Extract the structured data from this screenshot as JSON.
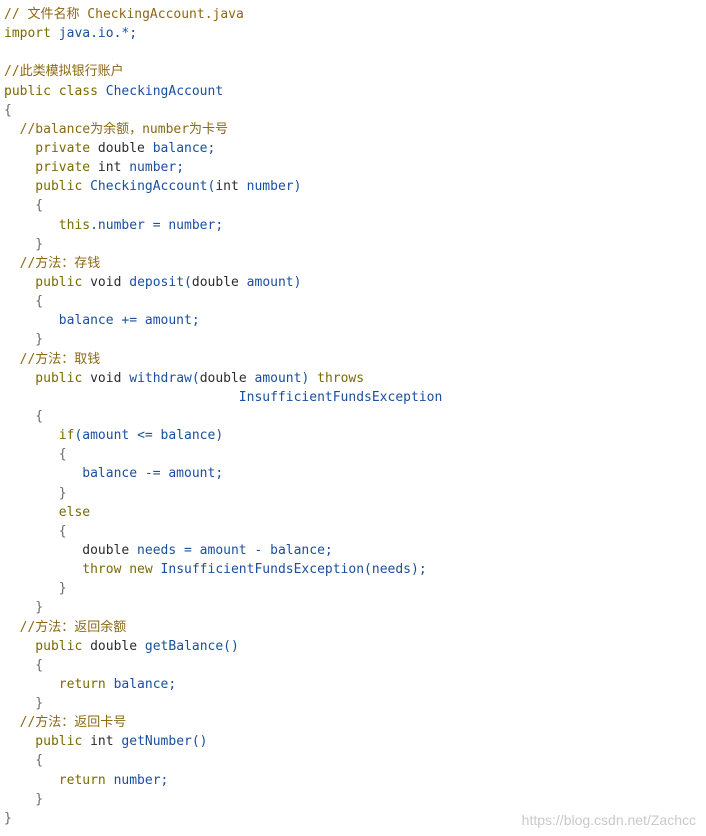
{
  "colors": {
    "comment": "#8b6914",
    "keyword": "#7a6a00",
    "type": "#2c2c2c",
    "identifier": "#1a4fa0",
    "punctuation": "#6a6a6a",
    "watermark": "#c9c9c9"
  },
  "code_lines": [
    [
      {
        "t": "comment",
        "v": "// 文件名称 CheckingAccount.java"
      }
    ],
    [
      {
        "t": "keyword",
        "v": "import"
      },
      {
        "t": "ident",
        "v": " java.io.*;"
      }
    ],
    [],
    [
      {
        "t": "comment",
        "v": "//此类模拟银行账户"
      }
    ],
    [
      {
        "t": "keyword",
        "v": "public"
      },
      {
        "t": "punct",
        "v": " "
      },
      {
        "t": "keyword",
        "v": "class"
      },
      {
        "t": "ident",
        "v": " CheckingAccount"
      }
    ],
    [
      {
        "t": "punct",
        "v": "{"
      }
    ],
    [
      {
        "t": "comment",
        "v": "  //balance为余额，number为卡号"
      }
    ],
    [
      {
        "t": "keyword",
        "v": "    private"
      },
      {
        "t": "type",
        "v": " double"
      },
      {
        "t": "ident",
        "v": " balance;"
      }
    ],
    [
      {
        "t": "keyword",
        "v": "    private"
      },
      {
        "t": "type",
        "v": " int"
      },
      {
        "t": "ident",
        "v": " number;"
      }
    ],
    [
      {
        "t": "keyword",
        "v": "    public"
      },
      {
        "t": "ident",
        "v": " CheckingAccount("
      },
      {
        "t": "type",
        "v": "int"
      },
      {
        "t": "ident",
        "v": " number)"
      }
    ],
    [
      {
        "t": "punct",
        "v": "    {"
      }
    ],
    [
      {
        "t": "keyword",
        "v": "       this"
      },
      {
        "t": "ident",
        "v": ".number = number;"
      }
    ],
    [
      {
        "t": "punct",
        "v": "    }"
      }
    ],
    [
      {
        "t": "comment",
        "v": "  //方法：存钱"
      }
    ],
    [
      {
        "t": "keyword",
        "v": "    public"
      },
      {
        "t": "type",
        "v": " void"
      },
      {
        "t": "ident",
        "v": " deposit("
      },
      {
        "t": "type",
        "v": "double"
      },
      {
        "t": "ident",
        "v": " amount)"
      }
    ],
    [
      {
        "t": "punct",
        "v": "    {"
      }
    ],
    [
      {
        "t": "ident",
        "v": "       balance += amount;"
      }
    ],
    [
      {
        "t": "punct",
        "v": "    }"
      }
    ],
    [
      {
        "t": "comment",
        "v": "  //方法：取钱"
      }
    ],
    [
      {
        "t": "keyword",
        "v": "    public"
      },
      {
        "t": "type",
        "v": " void"
      },
      {
        "t": "ident",
        "v": " withdraw("
      },
      {
        "t": "type",
        "v": "double"
      },
      {
        "t": "ident",
        "v": " amount)"
      },
      {
        "t": "keyword",
        "v": " throws"
      }
    ],
    [
      {
        "t": "ident",
        "v": "                              InsufficientFundsException"
      }
    ],
    [
      {
        "t": "punct",
        "v": "    {"
      }
    ],
    [
      {
        "t": "keyword",
        "v": "       if"
      },
      {
        "t": "ident",
        "v": "(amount <= balance)"
      }
    ],
    [
      {
        "t": "punct",
        "v": "       {"
      }
    ],
    [
      {
        "t": "ident",
        "v": "          balance -= amount;"
      }
    ],
    [
      {
        "t": "punct",
        "v": "       }"
      }
    ],
    [
      {
        "t": "keyword",
        "v": "       else"
      }
    ],
    [
      {
        "t": "punct",
        "v": "       {"
      }
    ],
    [
      {
        "t": "type",
        "v": "          double"
      },
      {
        "t": "ident",
        "v": " needs = amount - balance;"
      }
    ],
    [
      {
        "t": "keyword",
        "v": "          throw"
      },
      {
        "t": "keyword",
        "v": " new"
      },
      {
        "t": "ident",
        "v": " InsufficientFundsException(needs);"
      }
    ],
    [
      {
        "t": "punct",
        "v": "       }"
      }
    ],
    [
      {
        "t": "punct",
        "v": "    }"
      }
    ],
    [
      {
        "t": "comment",
        "v": "  //方法：返回余额"
      }
    ],
    [
      {
        "t": "keyword",
        "v": "    public"
      },
      {
        "t": "type",
        "v": " double"
      },
      {
        "t": "ident",
        "v": " getBalance()"
      }
    ],
    [
      {
        "t": "punct",
        "v": "    {"
      }
    ],
    [
      {
        "t": "keyword",
        "v": "       return"
      },
      {
        "t": "ident",
        "v": " balance;"
      }
    ],
    [
      {
        "t": "punct",
        "v": "    }"
      }
    ],
    [
      {
        "t": "comment",
        "v": "  //方法：返回卡号"
      }
    ],
    [
      {
        "t": "keyword",
        "v": "    public"
      },
      {
        "t": "type",
        "v": " int"
      },
      {
        "t": "ident",
        "v": " getNumber()"
      }
    ],
    [
      {
        "t": "punct",
        "v": "    {"
      }
    ],
    [
      {
        "t": "keyword",
        "v": "       return"
      },
      {
        "t": "ident",
        "v": " number;"
      }
    ],
    [
      {
        "t": "punct",
        "v": "    }"
      }
    ],
    [
      {
        "t": "punct",
        "v": "}"
      }
    ]
  ],
  "watermark": "https://blog.csdn.net/Zachcc"
}
